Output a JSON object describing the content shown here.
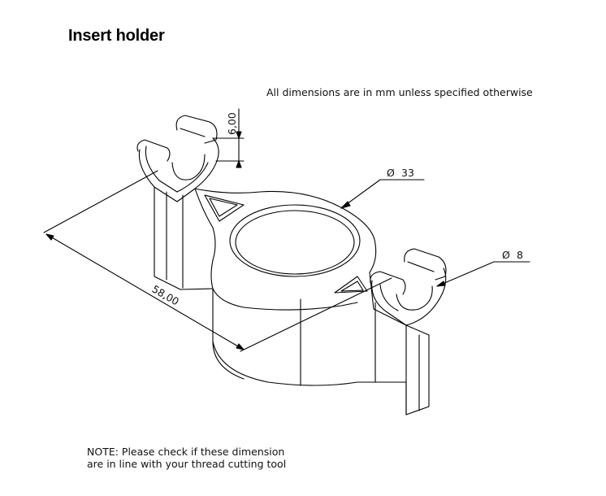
{
  "title": "Insert holder",
  "units_note": "All dimensions are in mm unless specified otherwise",
  "dimensions": {
    "height_clip": "6,00",
    "bore_diameter": "33",
    "clip_diameter": "8",
    "overall_length": "58,00",
    "diameter_symbol": "Ø"
  },
  "note": {
    "line1": "NOTE: Please check if these dimension",
    "line2": "are in line with your thread cutting tool"
  }
}
